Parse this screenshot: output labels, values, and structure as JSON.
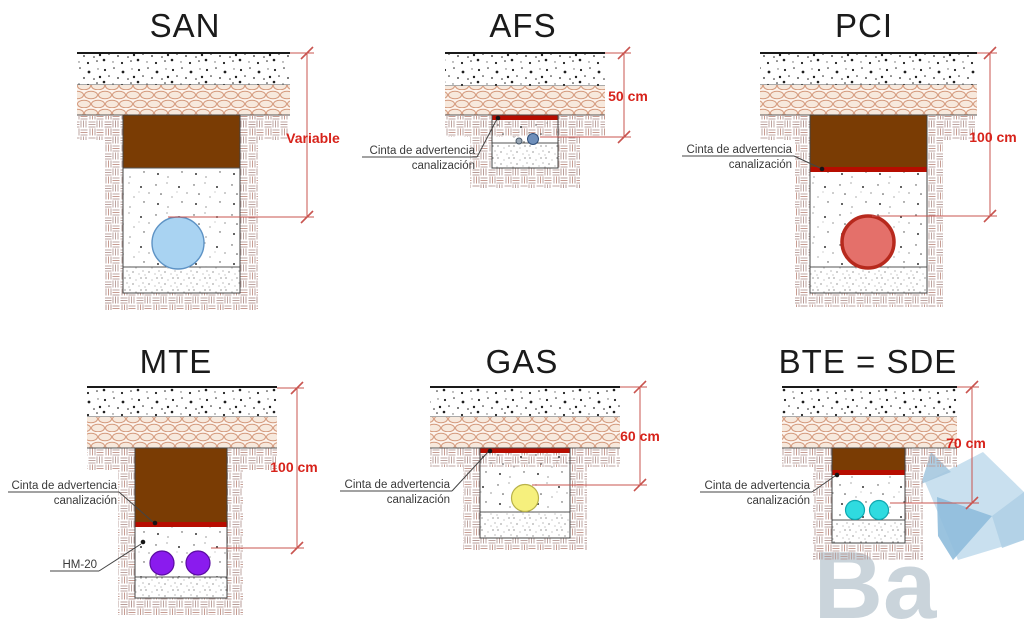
{
  "watermark": {
    "text": "Ba",
    "text_color": "#cad4db",
    "crystal_colors": {
      "light": "#bfdaec",
      "mid": "#8fbcdb",
      "small": "#a5c8df"
    }
  },
  "shared": {
    "warning_label_line1": "Cinta de advertencia",
    "warning_label_line2": "canalización",
    "colors": {
      "dimension_line": "#c9544f",
      "dimension_text": "#d7231b",
      "warning_tape": "#b70d00",
      "earth_fill": "#7a3c04",
      "label_text": "#3a3a3a",
      "title_text": "#1b1b1b"
    }
  },
  "panels": [
    {
      "title": "SAN",
      "dimension_label": "Variable",
      "pipe_count": 1,
      "has_warning_label": false,
      "pipe": {
        "fill": "#a9d3f2",
        "stroke": "#5e93c5"
      }
    },
    {
      "title": "AFS",
      "dimension_label": "50 cm",
      "pipe_count": 2,
      "has_warning_label": true,
      "pipe": {
        "fill": "#6f8fba",
        "stroke": "#2f4f7a"
      },
      "pipe_small": {
        "fill": "#9aa7b5",
        "stroke": "#4a5a6a"
      }
    },
    {
      "title": "PCI",
      "dimension_label": "100 cm",
      "pipe_count": 1,
      "has_warning_label": true,
      "pipe": {
        "fill": "#e4706a",
        "stroke": "#b7291d"
      }
    },
    {
      "title": "MTE",
      "dimension_label": "100 cm",
      "pipe_count": 2,
      "has_warning_label": true,
      "extra_label": "HM-20",
      "pipe": {
        "fill": "#8a1bee",
        "stroke": "#5a0ca0"
      }
    },
    {
      "title": "GAS",
      "dimension_label": "60 cm",
      "pipe_count": 1,
      "has_warning_label": true,
      "pipe": {
        "fill": "#f6f07d",
        "stroke": "#b9b24a"
      }
    },
    {
      "title": "BTE = SDE",
      "dimension_label": "70 cm",
      "pipe_count": 2,
      "has_warning_label": true,
      "pipe": {
        "fill": "#2fdbe0",
        "stroke": "#0fa7b0"
      }
    }
  ]
}
